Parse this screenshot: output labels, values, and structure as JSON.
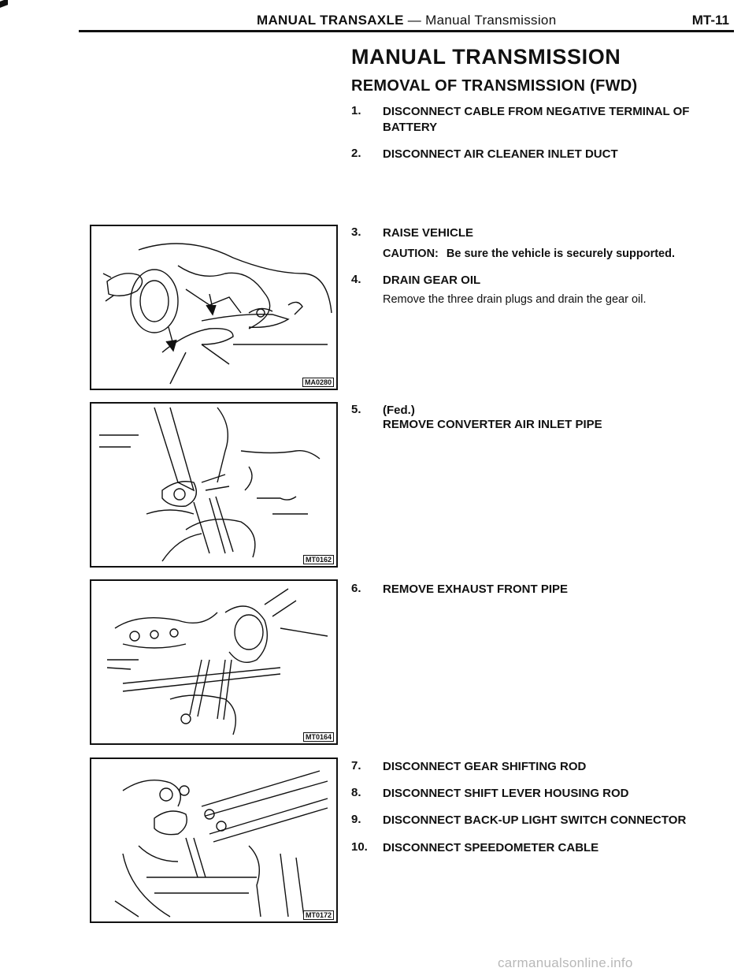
{
  "header": {
    "section": "MANUAL TRANSAXLE",
    "dash": " — ",
    "subsection": "Manual Transmission",
    "page_code": "MT-11"
  },
  "title": "MANUAL TRANSMISSION",
  "subtitle": "REMOVAL OF TRANSMISSION (FWD)",
  "steps": [
    {
      "num": "1.",
      "text": "DISCONNECT CABLE FROM NEGATIVE TERMINAL OF BATTERY"
    },
    {
      "num": "2.",
      "text": "DISCONNECT AIR CLEANER INLET DUCT"
    },
    {
      "num": "3.",
      "text": "RAISE VEHICLE"
    },
    {
      "num": "4.",
      "text": "DRAIN GEAR OIL"
    },
    {
      "num": "5.",
      "text": "(Fed.)"
    },
    {
      "num": "6.",
      "text": "REMOVE EXHAUST FRONT PIPE"
    },
    {
      "num": "7.",
      "text": "DISCONNECT GEAR SHIFTING ROD"
    },
    {
      "num": "8.",
      "text": "DISCONNECT SHIFT LEVER HOUSING ROD"
    },
    {
      "num": "9.",
      "text": "DISCONNECT BACK-UP LIGHT SWITCH CONNECTOR"
    },
    {
      "num": "10.",
      "text": "DISCONNECT SPEEDOMETER CABLE"
    }
  ],
  "step5_line2": "REMOVE CONVERTER AIR INLET PIPE",
  "caution": {
    "label": "CAUTION:",
    "text": "Be sure the vehicle is securely supported."
  },
  "drain_note": "Remove the three drain plugs and drain the gear oil.",
  "figures": [
    {
      "code": "MA0280",
      "icon": "drain-plug-illustration"
    },
    {
      "code": "MT0162",
      "icon": "wrench-converter-pipe-illustration"
    },
    {
      "code": "MT0164",
      "icon": "exhaust-pipe-wrench-illustration"
    },
    {
      "code": "MT0172",
      "icon": "shift-rod-linkage-illustration"
    }
  ],
  "footer": "carmanualsonline.info"
}
